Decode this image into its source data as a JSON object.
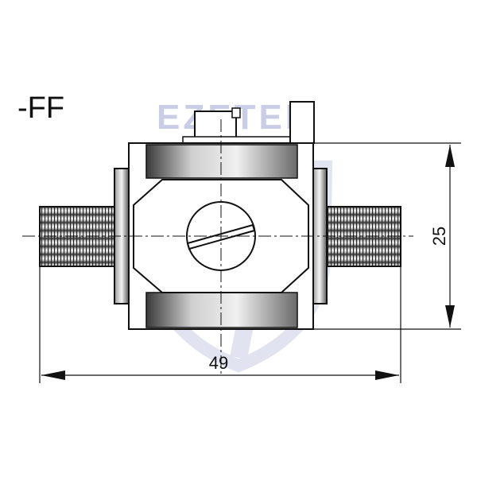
{
  "variant_label": "-FF",
  "watermark_text": "EZETEK",
  "dimensions": {
    "width": "49",
    "height": "25"
  },
  "colors": {
    "line": "#111111",
    "shading_dark": "#3a3a3a",
    "shading_light": "#e6e6e6",
    "watermark": "#c9cde6"
  }
}
